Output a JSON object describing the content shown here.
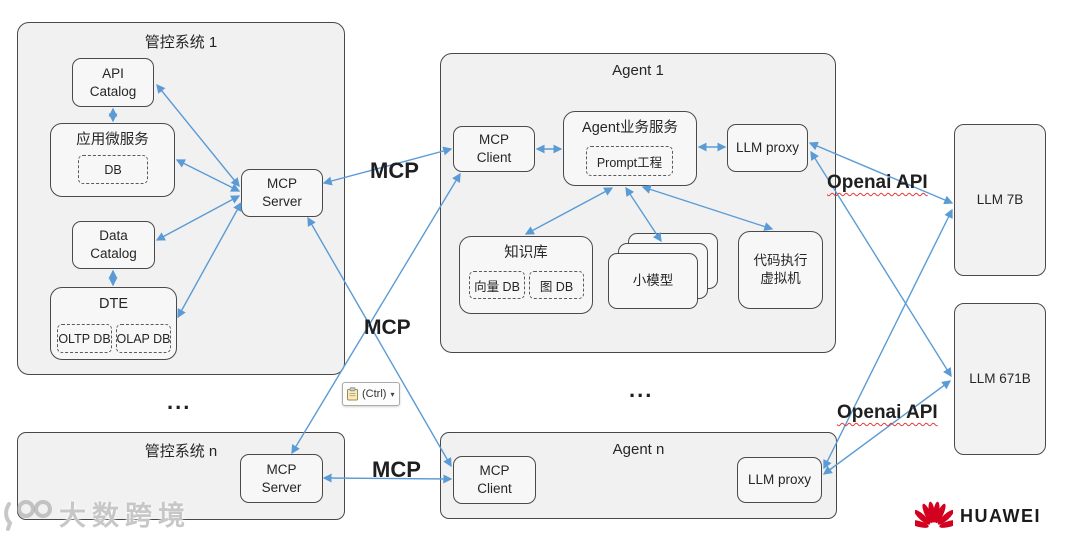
{
  "colors": {
    "arrow": "#5B9BD5",
    "box_border": "#4a4a4a",
    "outer_fill": "#f1f1f1",
    "inner_fill": "#f7f7f7",
    "text": "#262626",
    "huawei_red": "#d4001f",
    "squiggle_red": "#e03a3a"
  },
  "diagram": {
    "system1": {
      "title": "管控系统 1",
      "api_catalog": "API\nCatalog",
      "app_service": "应用微服务",
      "app_db": "DB",
      "data_catalog": "Data\nCatalog",
      "dte": "DTE",
      "oltp_db": "OLTP DB",
      "olap_db": "OLAP DB",
      "mcp_server": "MCP\nServer"
    },
    "agent1": {
      "title": "Agent 1",
      "mcp_client": "MCP\nClient",
      "business_service": "Agent业务服务",
      "prompt": "Prompt工程",
      "llm_proxy": "LLM proxy",
      "knowledge_base": "知识库",
      "vector_db": "向量 DB",
      "graph_db": "图 DB",
      "small_model": "小模型",
      "code_vm": "代码执行\n虚拟机"
    },
    "system_n": {
      "title": "管控系统 n",
      "mcp_server": "MCP\nServer"
    },
    "agent_n": {
      "title": "Agent n",
      "mcp_client": "MCP\nClient",
      "llm_proxy": "LLM proxy"
    },
    "llm_7b": {
      "label": "LLM 7B"
    },
    "llm_671b": {
      "label": "LLM 671B"
    },
    "labels": {
      "mcp_top": "MCP",
      "mcp_middle": "MCP",
      "mcp_bottom": "MCP",
      "openai_api_top": "Openai API",
      "openai_api_bottom": "Openai API",
      "ellipsis_left": "...",
      "ellipsis_right": "..."
    }
  },
  "paste_button": {
    "label": "(Ctrl)",
    "caret": "▾"
  },
  "watermark": {
    "text": "大数跨境"
  },
  "huawei": {
    "wordmark": "HUAWEI"
  }
}
